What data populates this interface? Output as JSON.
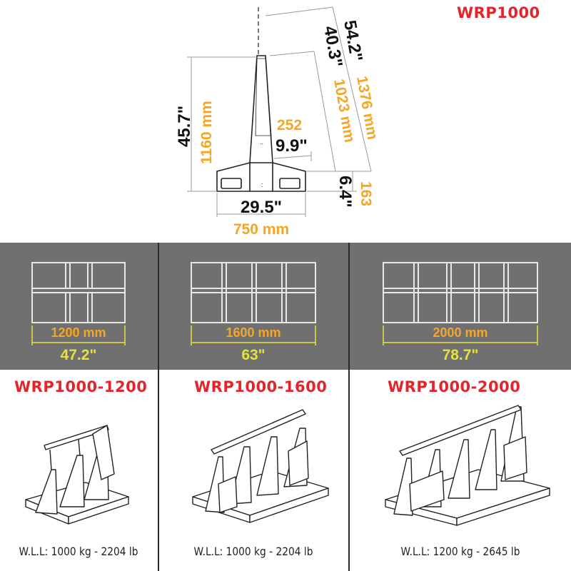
{
  "header": {
    "model": "WRP1000"
  },
  "top_diagram": {
    "total_height_in": "54.2\"",
    "total_height_mm": "1376 mm",
    "upper_height_in": "40.3\"",
    "upper_height_mm": "1023 mm",
    "frame_height_in": "45.7\"",
    "frame_height_mm": "1160 mm",
    "slot_width_mm": "252",
    "slot_width_in": "9.9\"",
    "base_height_in": "6.4\"",
    "base_height_mm": "163",
    "base_width_in": "29.5\"",
    "base_width_mm": "750 mm"
  },
  "variants": [
    {
      "model": "WRP1000-1200",
      "length_mm": "1200 mm",
      "length_in": "47.2\"",
      "wll": "W.L.L: 1000 kg - 2204 lb"
    },
    {
      "model": "WRP1000-1600",
      "length_mm": "1600 mm",
      "length_in": "63\"",
      "wll": "W.L.L: 1000 kg - 2204 lb"
    },
    {
      "model": "WRP1000-2000",
      "length_mm": "2000 mm",
      "length_in": "78.7\"",
      "wll": "W.L.L: 1200 kg - 2645 lb"
    }
  ],
  "colors": {
    "title_red": "#e4242b",
    "mm_orange": "#f6a623",
    "inch_yellow": "#e6e23a",
    "band_gray": "#707070"
  }
}
